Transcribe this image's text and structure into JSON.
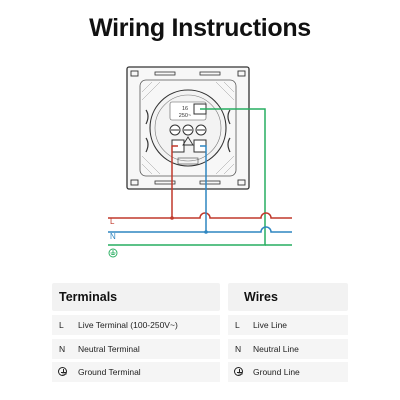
{
  "title": "Wiring Instructions",
  "device": {
    "rating_top": "16",
    "rating_bottom": "250~"
  },
  "bus_labels": {
    "live": "L",
    "neutral": "N"
  },
  "colors": {
    "live": "#c0392b",
    "neutral": "#2e86c1",
    "ground": "#27ae60"
  },
  "terminals": {
    "heading": "Terminals",
    "items": [
      {
        "symbol": "L",
        "label": "Live Terminal (100-250V~)"
      },
      {
        "symbol": "N",
        "label": "Neutral Terminal"
      },
      {
        "symbol": "ground-icon",
        "label": "Ground Terminal"
      }
    ]
  },
  "wires": {
    "heading": "Wires",
    "items": [
      {
        "symbol": "L",
        "label": "Live Line"
      },
      {
        "symbol": "N",
        "label": "Neutral Line"
      },
      {
        "symbol": "ground-icon",
        "label": "Ground Line"
      }
    ]
  }
}
